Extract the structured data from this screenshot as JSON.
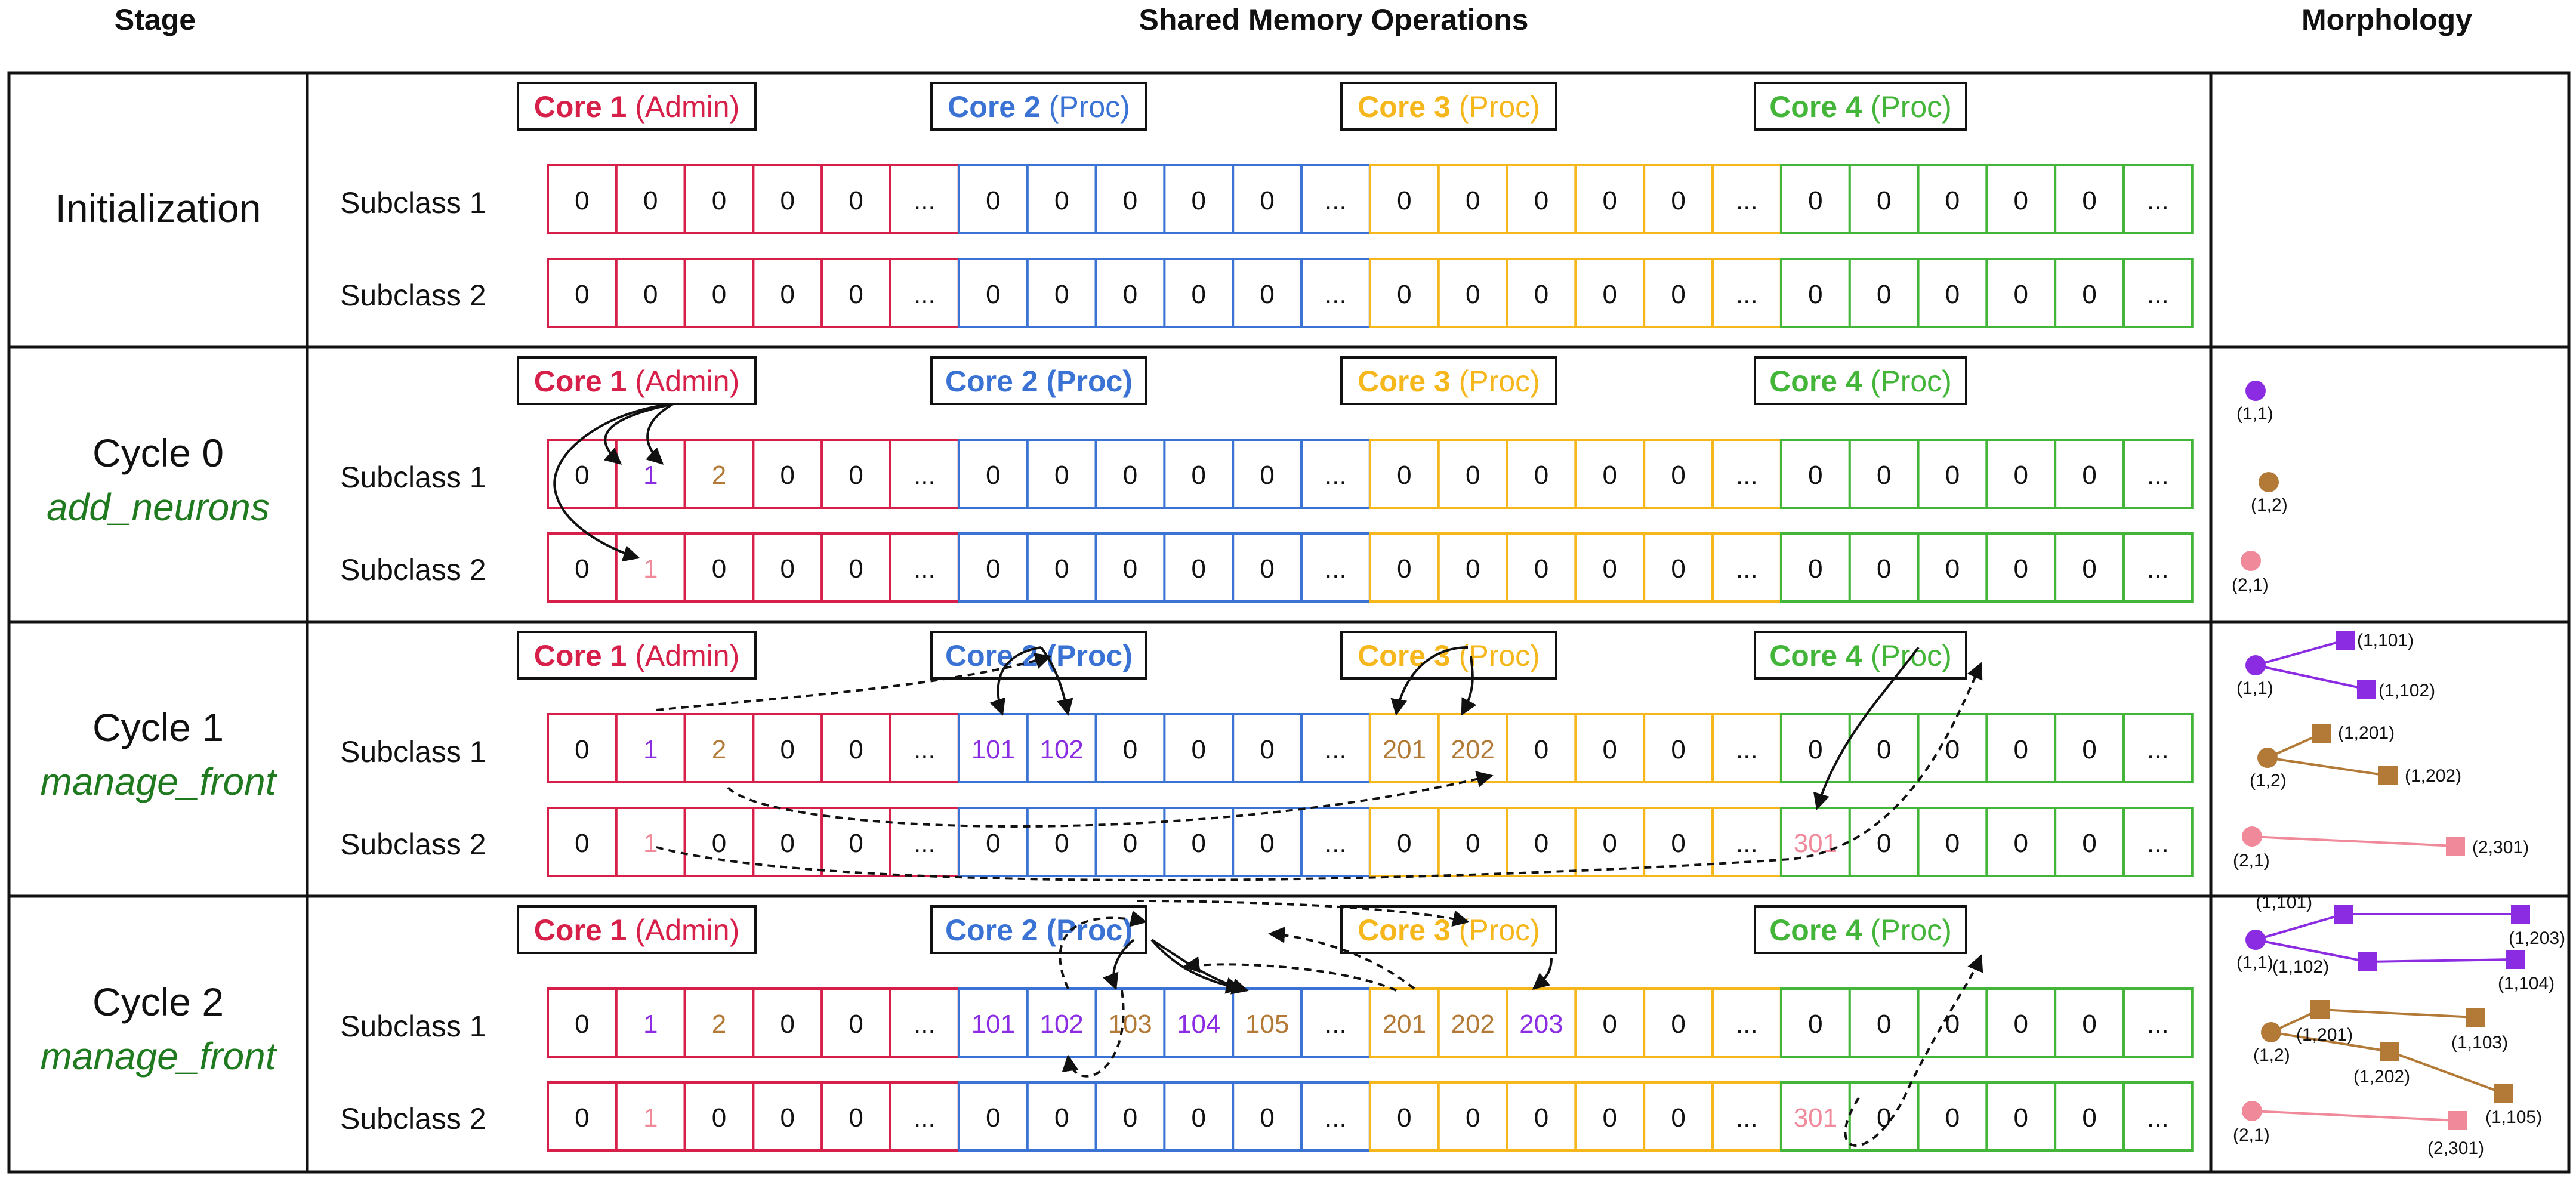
{
  "headers": {
    "stage": "Stage",
    "operations": "Shared Memory Operations",
    "morphology": "Morphology"
  },
  "colors": {
    "core1": "#d6204a",
    "core2": "#3b73d4",
    "core3": "#f5b71b",
    "core4": "#43b63a",
    "purple": "#8b2be2",
    "brown": "#b27a36",
    "pink": "#f08a9a",
    "green_label": "#1f7a1f"
  },
  "subclass_labels": [
    "Subclass 1",
    "Subclass 2"
  ],
  "cores": [
    {
      "name": "Core 1",
      "role": "(Admin)",
      "color_key": "core1"
    },
    {
      "name": "Core 2",
      "role": "(Proc)",
      "color_key": "core2"
    },
    {
      "name": "Core 3",
      "role": "(Proc)",
      "color_key": "core3"
    },
    {
      "name": "Core 4",
      "role": "(Proc)",
      "color_key": "core4"
    }
  ],
  "rows": [
    {
      "stage": "Initialization",
      "sub": "",
      "core2_role_bold": false,
      "sub1": [
        [
          "0",
          "0",
          "0",
          "0",
          "0",
          "..."
        ],
        [
          "0",
          "0",
          "0",
          "0",
          "0",
          "..."
        ],
        [
          "0",
          "0",
          "0",
          "0",
          "0",
          "..."
        ],
        [
          "0",
          "0",
          "0",
          "0",
          "0",
          "..."
        ]
      ],
      "sub2": [
        [
          "0",
          "0",
          "0",
          "0",
          "0",
          "..."
        ],
        [
          "0",
          "0",
          "0",
          "0",
          "0",
          "..."
        ],
        [
          "0",
          "0",
          "0",
          "0",
          "0",
          "..."
        ],
        [
          "0",
          "0",
          "0",
          "0",
          "0",
          "..."
        ]
      ],
      "morph": {
        "points": [],
        "links": []
      }
    },
    {
      "stage": "Cycle 0",
      "sub": "add_neurons",
      "core2_role_bold": true,
      "sub1": [
        [
          "0",
          "1",
          "2",
          "0",
          "0",
          "..."
        ],
        [
          "0",
          "0",
          "0",
          "0",
          "0",
          "..."
        ],
        [
          "0",
          "0",
          "0",
          "0",
          "0",
          "..."
        ],
        [
          "0",
          "0",
          "0",
          "0",
          "0",
          "..."
        ]
      ],
      "sub2": [
        [
          "0",
          "1",
          "0",
          "0",
          "0",
          "..."
        ],
        [
          "0",
          "0",
          "0",
          "0",
          "0",
          "..."
        ],
        [
          "0",
          "0",
          "0",
          "0",
          "0",
          "..."
        ],
        [
          "0",
          "0",
          "0",
          "0",
          "0",
          "..."
        ]
      ],
      "morph": {
        "points": [
          {
            "label": "(1,1)",
            "shape": "circle",
            "color": "purple"
          },
          {
            "label": "(1,2)",
            "shape": "circle",
            "color": "brown"
          },
          {
            "label": "(2,1)",
            "shape": "circle",
            "color": "pink"
          }
        ],
        "links": []
      }
    },
    {
      "stage": "Cycle 1",
      "sub": "manage_front",
      "core2_role_bold": true,
      "sub1": [
        [
          "0",
          "1",
          "2",
          "0",
          "0",
          "..."
        ],
        [
          "101",
          "102",
          "0",
          "0",
          "0",
          "..."
        ],
        [
          "201",
          "202",
          "0",
          "0",
          "0",
          "..."
        ],
        [
          "0",
          "0",
          "0",
          "0",
          "0",
          "..."
        ]
      ],
      "sub2": [
        [
          "0",
          "1",
          "0",
          "0",
          "0",
          "..."
        ],
        [
          "0",
          "0",
          "0",
          "0",
          "0",
          "..."
        ],
        [
          "0",
          "0",
          "0",
          "0",
          "0",
          "..."
        ],
        [
          "301",
          "0",
          "0",
          "0",
          "0",
          "..."
        ]
      ],
      "morph": {
        "points": [
          {
            "label": "(1,1)",
            "shape": "circle",
            "color": "purple"
          },
          {
            "label": "(1,101)",
            "shape": "square",
            "color": "purple"
          },
          {
            "label": "(1,102)",
            "shape": "square",
            "color": "purple"
          },
          {
            "label": "(1,2)",
            "shape": "circle",
            "color": "brown"
          },
          {
            "label": "(1,201)",
            "shape": "square",
            "color": "brown"
          },
          {
            "label": "(1,202)",
            "shape": "square",
            "color": "brown"
          },
          {
            "label": "(2,1)",
            "shape": "circle",
            "color": "pink"
          },
          {
            "label": "(2,301)",
            "shape": "square",
            "color": "pink"
          }
        ],
        "links": [
          [
            "(1,1)",
            "(1,101)"
          ],
          [
            "(1,1)",
            "(1,102)"
          ],
          [
            "(1,2)",
            "(1,201)"
          ],
          [
            "(1,2)",
            "(1,202)"
          ],
          [
            "(2,1)",
            "(2,301)"
          ]
        ]
      }
    },
    {
      "stage": "Cycle 2",
      "sub": "manage_front",
      "core2_role_bold": true,
      "sub1": [
        [
          "0",
          "1",
          "2",
          "0",
          "0",
          "..."
        ],
        [
          "101",
          "102",
          "103",
          "104",
          "105",
          "..."
        ],
        [
          "201",
          "202",
          "203",
          "0",
          "0",
          "..."
        ],
        [
          "0",
          "0",
          "0",
          "0",
          "0",
          "..."
        ]
      ],
      "sub2": [
        [
          "0",
          "1",
          "0",
          "0",
          "0",
          "..."
        ],
        [
          "0",
          "0",
          "0",
          "0",
          "0",
          "..."
        ],
        [
          "0",
          "0",
          "0",
          "0",
          "0",
          "..."
        ],
        [
          "301",
          "0",
          "0",
          "0",
          "0",
          "..."
        ]
      ],
      "morph": {
        "points": [
          {
            "label": "(1,1)",
            "shape": "circle",
            "color": "purple"
          },
          {
            "label": "(1,101)",
            "shape": "square",
            "color": "purple"
          },
          {
            "label": "(1,102)",
            "shape": "square",
            "color": "purple"
          },
          {
            "label": "(1,203)",
            "shape": "square",
            "color": "purple"
          },
          {
            "label": "(1,104)",
            "shape": "square",
            "color": "purple"
          },
          {
            "label": "(1,2)",
            "shape": "circle",
            "color": "brown"
          },
          {
            "label": "(1,201)",
            "shape": "square",
            "color": "brown"
          },
          {
            "label": "(1,103)",
            "shape": "square",
            "color": "brown"
          },
          {
            "label": "(1,202)",
            "shape": "square",
            "color": "brown"
          },
          {
            "label": "(1,105)",
            "shape": "square",
            "color": "brown"
          },
          {
            "label": "(2,1)",
            "shape": "circle",
            "color": "pink"
          },
          {
            "label": "(2,301)",
            "shape": "square",
            "color": "pink"
          }
        ],
        "links": [
          [
            "(1,1)",
            "(1,101)"
          ],
          [
            "(1,1)",
            "(1,102)"
          ],
          [
            "(1,101)",
            "(1,203)"
          ],
          [
            "(1,102)",
            "(1,104)"
          ],
          [
            "(1,2)",
            "(1,201)"
          ],
          [
            "(1,201)",
            "(1,103)"
          ],
          [
            "(1,2)",
            "(1,202)"
          ],
          [
            "(1,202)",
            "(1,105)"
          ],
          [
            "(2,1)",
            "(2,301)"
          ]
        ]
      }
    }
  ]
}
